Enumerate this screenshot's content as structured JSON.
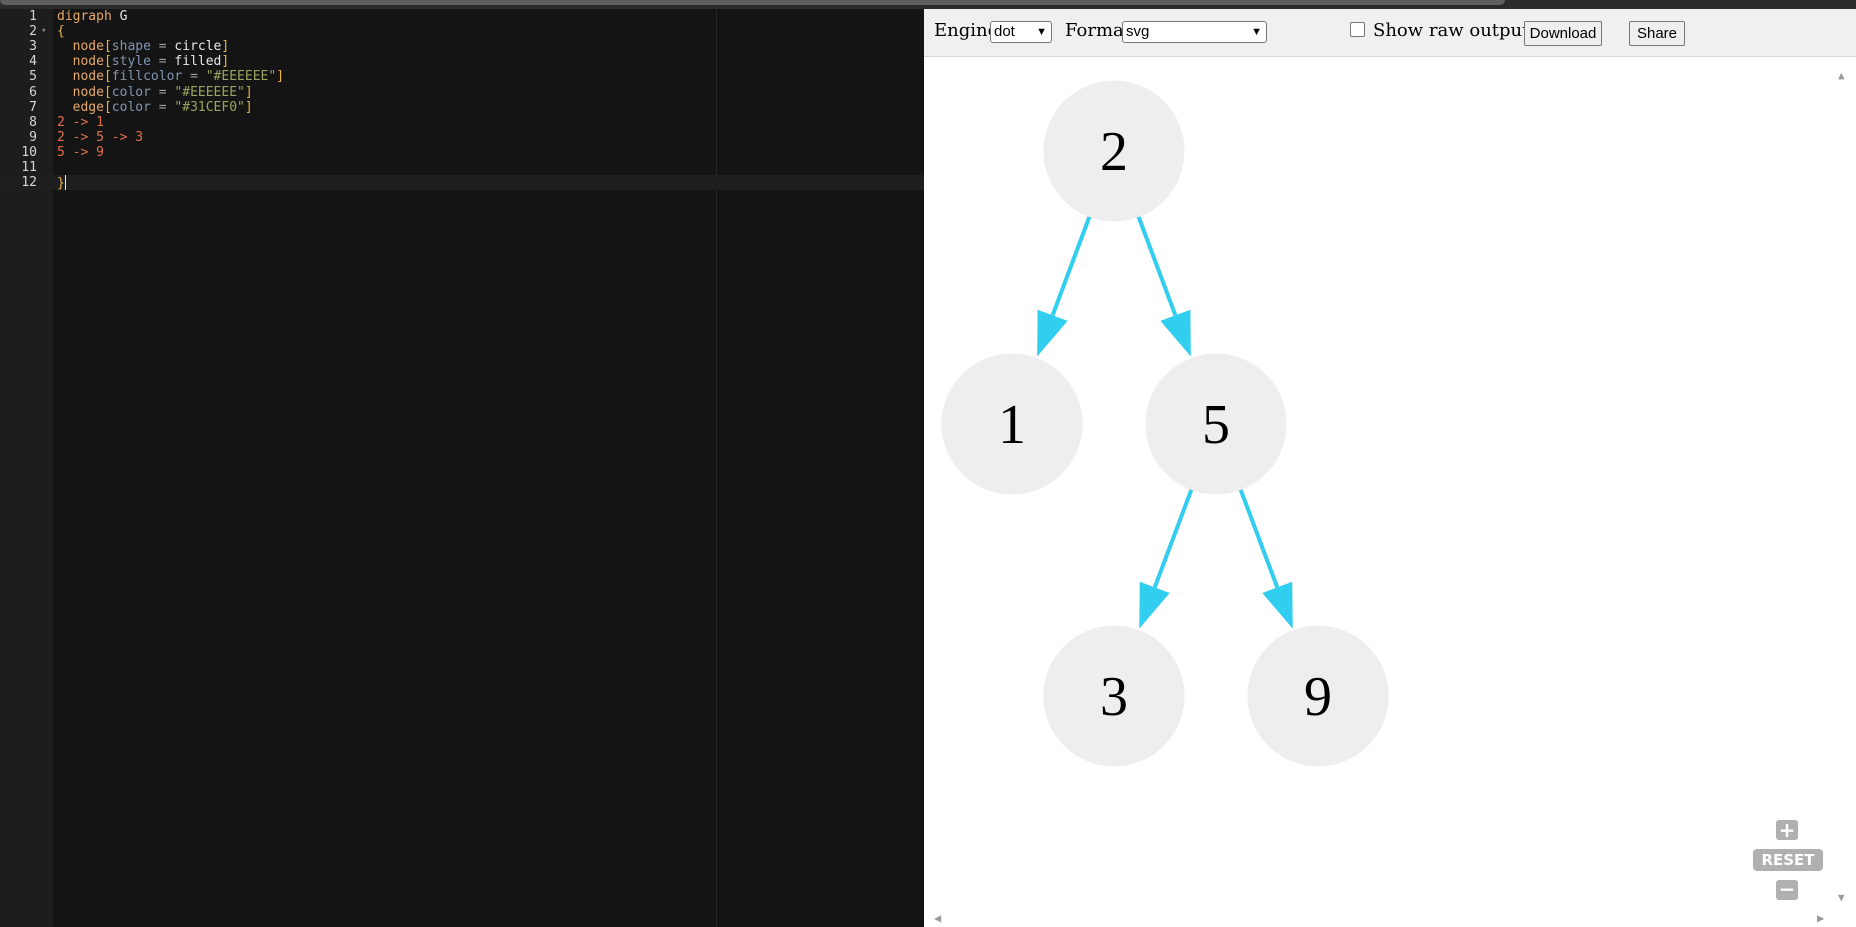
{
  "editor": {
    "lines": [
      {
        "n": "1",
        "tokens": [
          {
            "c": "kw",
            "t": "digraph"
          },
          {
            "c": "pl",
            "t": " G"
          }
        ]
      },
      {
        "n": "2",
        "fold": "▾",
        "tokens": [
          {
            "c": "br",
            "t": "{"
          }
        ]
      },
      {
        "n": "3",
        "tokens": [
          {
            "c": "pl",
            "t": "  "
          },
          {
            "c": "kw",
            "t": "node"
          },
          {
            "c": "br",
            "t": "["
          },
          {
            "c": "at",
            "t": "shape"
          },
          {
            "c": "eq",
            "t": " = "
          },
          {
            "c": "pl",
            "t": "circle"
          },
          {
            "c": "br",
            "t": "]"
          }
        ]
      },
      {
        "n": "4",
        "tokens": [
          {
            "c": "pl",
            "t": "  "
          },
          {
            "c": "kw",
            "t": "node"
          },
          {
            "c": "br",
            "t": "["
          },
          {
            "c": "at",
            "t": "style"
          },
          {
            "c": "eq",
            "t": " = "
          },
          {
            "c": "pl",
            "t": "filled"
          },
          {
            "c": "br",
            "t": "]"
          }
        ]
      },
      {
        "n": "5",
        "tokens": [
          {
            "c": "pl",
            "t": "  "
          },
          {
            "c": "kw",
            "t": "node"
          },
          {
            "c": "br",
            "t": "["
          },
          {
            "c": "at",
            "t": "fillcolor"
          },
          {
            "c": "eq",
            "t": " = "
          },
          {
            "c": "str",
            "t": "\"#EEEEEE\""
          },
          {
            "c": "br",
            "t": "]"
          }
        ]
      },
      {
        "n": "6",
        "tokens": [
          {
            "c": "pl",
            "t": "  "
          },
          {
            "c": "kw",
            "t": "node"
          },
          {
            "c": "br",
            "t": "["
          },
          {
            "c": "at",
            "t": "color"
          },
          {
            "c": "eq",
            "t": " = "
          },
          {
            "c": "str",
            "t": "\"#EEEEEE\""
          },
          {
            "c": "br",
            "t": "]"
          }
        ]
      },
      {
        "n": "7",
        "tokens": [
          {
            "c": "pl",
            "t": "  "
          },
          {
            "c": "kw",
            "t": "edge"
          },
          {
            "c": "br",
            "t": "["
          },
          {
            "c": "at",
            "t": "color"
          },
          {
            "c": "eq",
            "t": " = "
          },
          {
            "c": "str",
            "t": "\"#31CEF0\""
          },
          {
            "c": "br",
            "t": "]"
          }
        ]
      },
      {
        "n": "8",
        "tokens": [
          {
            "c": "num",
            "t": "2"
          },
          {
            "c": "op",
            "t": " -> "
          },
          {
            "c": "num",
            "t": "1"
          }
        ]
      },
      {
        "n": "9",
        "tokens": [
          {
            "c": "num",
            "t": "2"
          },
          {
            "c": "op",
            "t": " -> "
          },
          {
            "c": "num",
            "t": "5"
          },
          {
            "c": "op",
            "t": " -> "
          },
          {
            "c": "num",
            "t": "3"
          }
        ]
      },
      {
        "n": "10",
        "tokens": [
          {
            "c": "num",
            "t": "5"
          },
          {
            "c": "op",
            "t": " -> "
          },
          {
            "c": "num",
            "t": "9"
          }
        ]
      },
      {
        "n": "11",
        "tokens": []
      },
      {
        "n": "12",
        "active": true,
        "cursor": true,
        "tokens": [
          {
            "c": "br",
            "t": "}"
          }
        ]
      }
    ]
  },
  "toolbar": {
    "engine_label": "Engine:",
    "engine_value": "dot",
    "format_label": "Format:",
    "format_value": "svg",
    "show_raw_label": "Show raw output",
    "download_label": "Download",
    "share_label": "Share"
  },
  "graph": {
    "node_fill": "#EEEEEE",
    "edge_color": "#31CEF0",
    "nodes": [
      {
        "id": "n2",
        "label": "2"
      },
      {
        "id": "n1",
        "label": "1"
      },
      {
        "id": "n5",
        "label": "5"
      },
      {
        "id": "n3",
        "label": "3"
      },
      {
        "id": "n9",
        "label": "9"
      }
    ],
    "edges": [
      {
        "from": "2",
        "to": "1"
      },
      {
        "from": "2",
        "to": "5"
      },
      {
        "from": "5",
        "to": "3"
      },
      {
        "from": "5",
        "to": "9"
      }
    ]
  },
  "zoom": {
    "plus_icon": "+",
    "reset_label": "RESET",
    "minus_icon": "−"
  },
  "scroll": {
    "up_icon": "▲",
    "down_icon": "▼",
    "left_icon": "◀",
    "right_icon": "▶"
  }
}
